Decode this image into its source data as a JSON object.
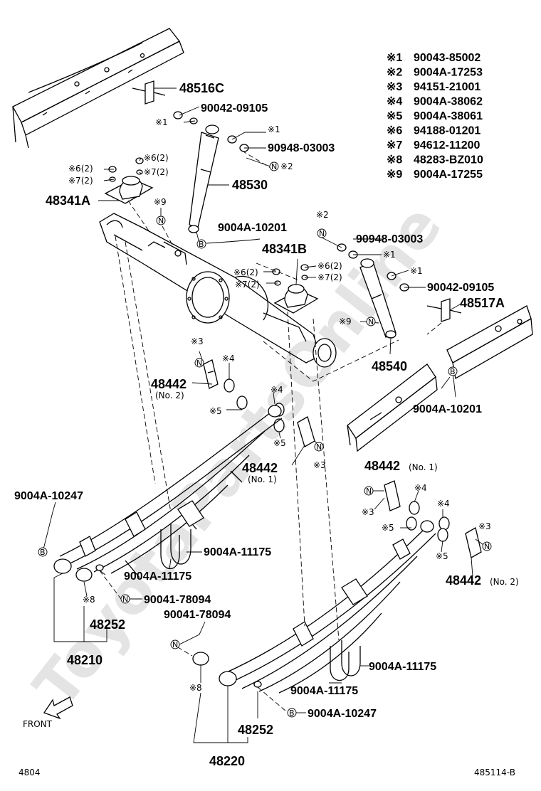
{
  "legend": [
    {
      "mark": "※1",
      "part": "90043-85002"
    },
    {
      "mark": "※2",
      "part": "9004A-17253"
    },
    {
      "mark": "※3",
      "part": "94151-21001"
    },
    {
      "mark": "※4",
      "part": "9004A-38062"
    },
    {
      "mark": "※5",
      "part": "9004A-38061"
    },
    {
      "mark": "※6",
      "part": "94188-01201"
    },
    {
      "mark": "※7",
      "part": "94612-11200"
    },
    {
      "mark": "※8",
      "part": "48283-BZ010"
    },
    {
      "mark": "※9",
      "part": "9004A-17255"
    }
  ],
  "labels": {
    "l48516C": "48516C",
    "l90042a": "90042-09105",
    "m1a": "※1",
    "m1b": "※1",
    "l90948a": "90948-03003",
    "m2a": "※2",
    "m62a": "※6(2)",
    "m72a": "※7(2)",
    "m62b": "※6(2)",
    "m72b": "※7(2)",
    "l48341A": "48341A",
    "m9a": "※9",
    "l48530": "48530",
    "l9004A10201a": "9004A-10201",
    "m2b": "※2",
    "l90948b": "90948-03003",
    "l48341B": "48341B",
    "m1c": "※1",
    "m62c": "※6(2)",
    "m62d": "※6(2)",
    "m72c": "※7(2)",
    "m72d": "※7(2)",
    "m1d": "※1",
    "l90042b": "90042-09105",
    "l48517A": "48517A",
    "m9b": "※9",
    "l48540": "48540",
    "m3a": "※3",
    "m4a": "※4",
    "l48442a": "48442",
    "no2a": "(No. 2)",
    "m4b": "※4",
    "m5a": "※5",
    "m5b": "※5",
    "m3b": "※3",
    "l48442b": "48442",
    "no1a": "(No. 1)",
    "l9004A10201b": "9004A-10201",
    "l48442c": "48442",
    "no1b": "(No. 1)",
    "m4c": "※4",
    "m3c": "※3",
    "m4d": "※4",
    "m5c": "※5",
    "m3d": "※3",
    "m5d": "※5",
    "l48442d": "48442",
    "no2b": "(No. 2)",
    "l9004A10247a": "9004A-10247",
    "l9004A11175a": "9004A-11175",
    "l9004A11175b": "9004A-11175",
    "m8a": "※8",
    "l90041a": "90041-78094",
    "l48252a": "48252",
    "l48210": "48210",
    "l90041b": "90041-78094",
    "m8b": "※8",
    "l9004A11175c": "9004A-11175",
    "l9004A11175d": "9004A-11175",
    "l9004A10247b": "9004A-10247",
    "l48252b": "48252",
    "l48220": "48220",
    "front": "FRONT",
    "code_left": "4804",
    "code_right": "485114-B",
    "watermark": "ToyotaPartsOnline"
  },
  "callouts": {
    "B": "B",
    "N": "N"
  }
}
